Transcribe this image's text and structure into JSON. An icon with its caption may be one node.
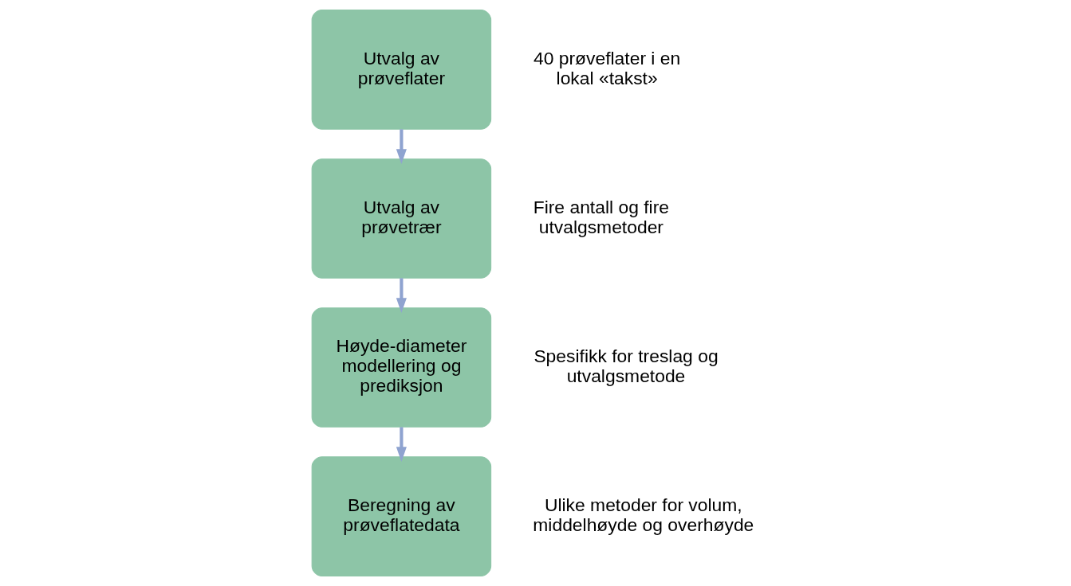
{
  "diagram": {
    "nodes": [
      {
        "text": [
          "Utvalg av prøveflater"
        ],
        "beside": [
          "40 prøveflater i en lokal «takst»"
        ]
      },
      {
        "text": [
          "Utvalg av prøvetrær"
        ],
        "beside": [
          "Fire antall og fire utvalgsmetoder"
        ]
      },
      {
        "text": [
          "Høyde-diameter modellering og prediksjon"
        ],
        "beside": [
          "Spesifikk for treslag og utvalgsmetode"
        ]
      },
      {
        "text": [
          "Beregning av prøveflatedata"
        ],
        "beside": [
          "Ulike metoder for volum, middelhøyde og overhøyde"
        ]
      }
    ],
    "edges": [
      {
        "from": 0,
        "to": 1,
        "arrow": "to"
      },
      {
        "from": 1,
        "to": 2,
        "arrow": "to"
      },
      {
        "from": 2,
        "to": 3,
        "arrow": "to"
      }
    ]
  }
}
